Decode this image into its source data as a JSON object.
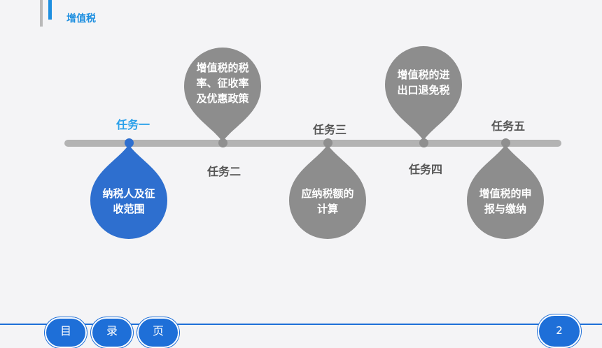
{
  "header": {
    "title": "增值税"
  },
  "tasks": [
    {
      "label": "任务一",
      "text_lines": [
        "纳税人及征",
        "收范围"
      ]
    },
    {
      "label": "任务二",
      "text_lines": [
        "增值税的税",
        "率、征收率",
        "及优惠政策"
      ]
    },
    {
      "label": "任务三",
      "text_lines": [
        "应纳税额的",
        "计算"
      ]
    },
    {
      "label": "任务四",
      "text_lines": [
        "增值税的进",
        "出口退免税"
      ]
    },
    {
      "label": "任务五",
      "text_lines": [
        "增值税的申",
        "报与缴纳"
      ]
    }
  ],
  "footer": {
    "nav": [
      "目",
      "录",
      "页"
    ],
    "page_number": "2"
  },
  "colors": {
    "accent": "#1e8fe0",
    "active_drop": "#2e6fcf",
    "inactive_drop": "#8d8d8d",
    "footer": "#1e6fd8"
  }
}
